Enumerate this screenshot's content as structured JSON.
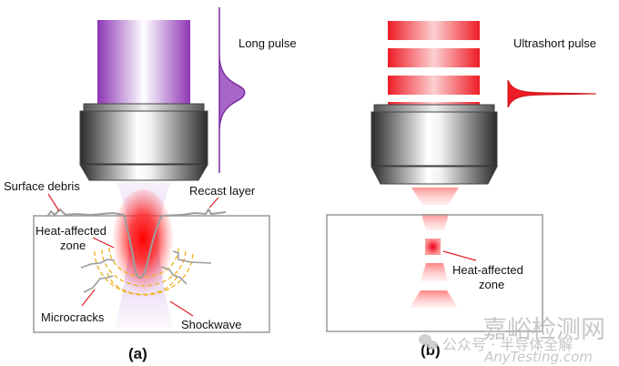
{
  "panel_a": {
    "pulse_label": "Long pulse",
    "panel_label": "(a)",
    "annotations": {
      "surface_debris": "Surface debris",
      "recast_layer": "Recast layer",
      "haz_line1": "Heat-affected",
      "haz_line2": "zone",
      "microcracks": "Microcracks",
      "shockwave": "Shockwave"
    },
    "beam_color": "#8a2fb0"
  },
  "panel_b": {
    "pulse_label": "Ultrashort pulse",
    "panel_label": "(b)",
    "annotations": {
      "haz_line1": "Heat-affected",
      "haz_line2": "zone"
    },
    "beam_color": "#ee1c25"
  },
  "watermark": {
    "line1": "嘉峪检测网",
    "line2": "公众号 · 半导体全解",
    "line3": "AnyTesting.com"
  }
}
